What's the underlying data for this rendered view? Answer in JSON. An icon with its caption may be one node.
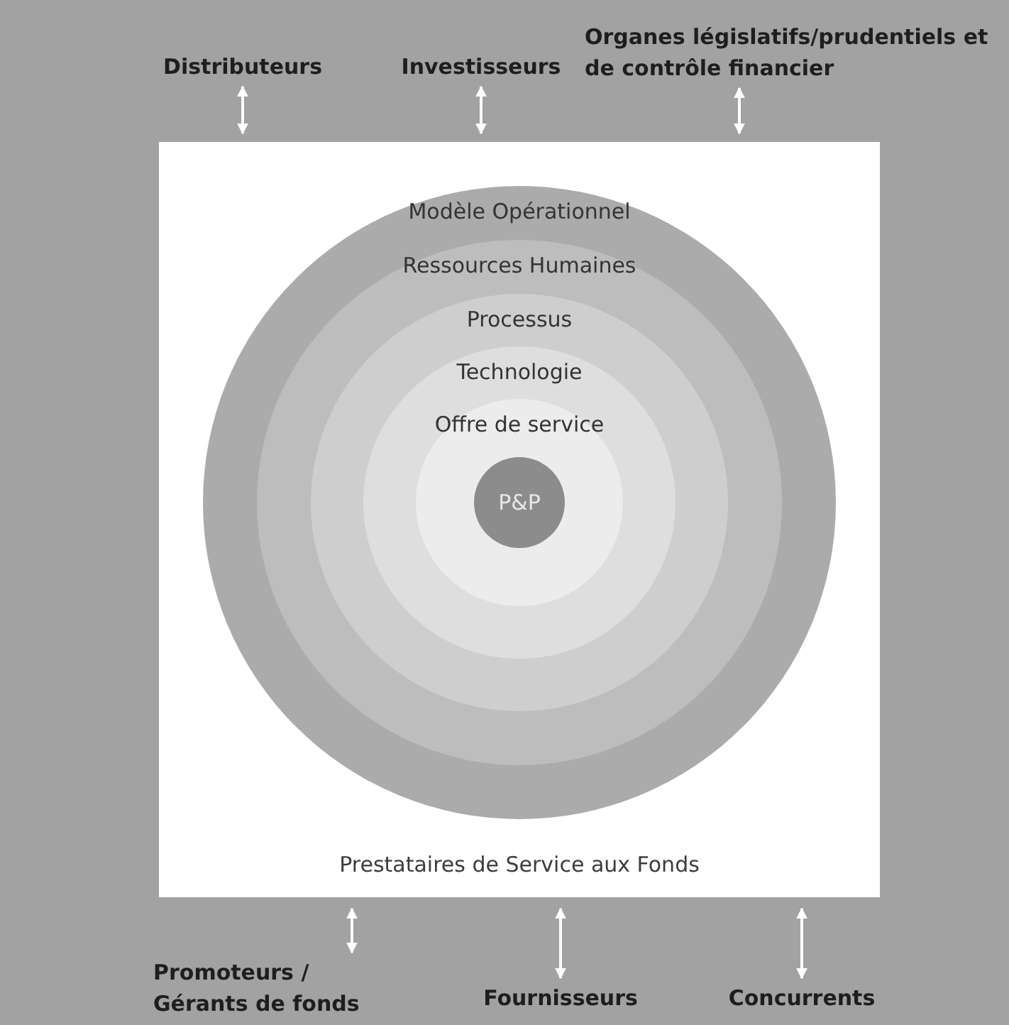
{
  "diagram": {
    "nodes": [
      {
        "text": [
          "Distributeurs"
        ]
      },
      {
        "text": [
          "Investisseurs"
        ]
      },
      {
        "text": [
          "Organes législatifs/prudentiels et de contrôle financier"
        ]
      },
      {
        "text": [
          "Promoteurs / Gérants de fonds"
        ]
      },
      {
        "text": [
          "Fournisseurs"
        ]
      },
      {
        "text": [
          "Concurrents"
        ]
      },
      {
        "text": [
          "Prestataires de Service aux Fonds"
        ]
      },
      {
        "text": [
          "Modèle Opérationnel"
        ],
        "in": 6
      },
      {
        "text": [
          "Ressources Humaines"
        ],
        "in": 7
      },
      {
        "text": [
          "Processus"
        ],
        "in": 8
      },
      {
        "text": [
          "Technologie"
        ],
        "in": 9
      },
      {
        "text": [
          "Offre de service"
        ],
        "in": 10
      },
      {
        "text": [
          "P&P"
        ],
        "in": 11
      }
    ],
    "edges": [
      {
        "from": 0,
        "to": 6,
        "arrow": "both"
      },
      {
        "from": 1,
        "to": 6,
        "arrow": "both"
      },
      {
        "from": 2,
        "to": 6,
        "arrow": "both"
      },
      {
        "from": 3,
        "to": 6,
        "arrow": "both"
      },
      {
        "from": 4,
        "to": 6,
        "arrow": "both"
      },
      {
        "from": 5,
        "to": 6,
        "arrow": "both"
      }
    ]
  }
}
